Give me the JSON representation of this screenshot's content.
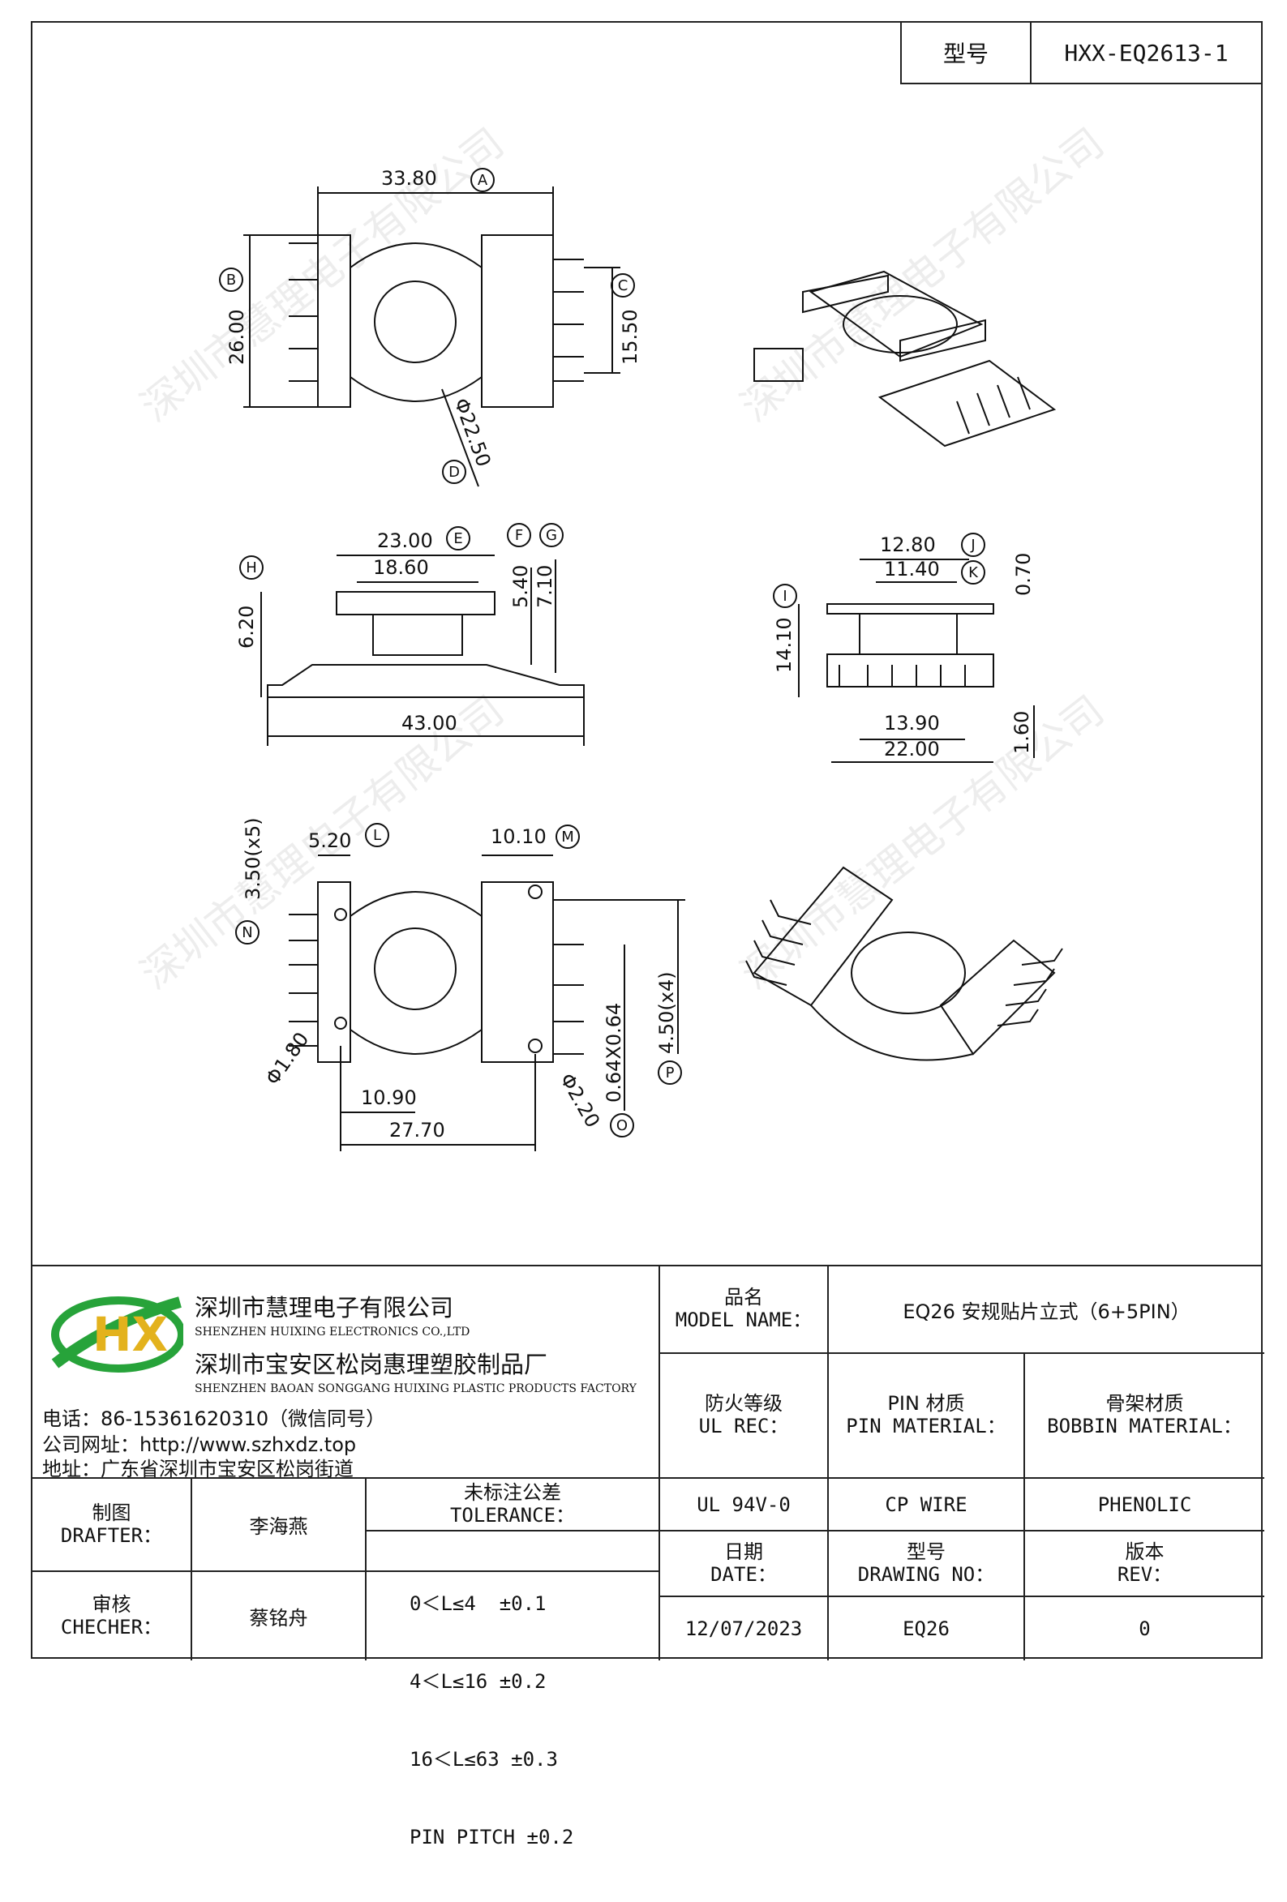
{
  "header": {
    "model_label": "型号",
    "model_value": "HXX-EQ2613-1"
  },
  "watermark": "深圳市慧理电子有限公司",
  "drawing": {
    "top_view": {
      "width": "33.80",
      "height": "26.00",
      "pin_span": "15.50",
      "diameter": "Φ22.50"
    },
    "front_view": {
      "top_width": "23.00",
      "inner_width": "18.60",
      "h1": "5.40",
      "h2": "7.10",
      "h_total": "6.20",
      "base": "43.00"
    },
    "side_view": {
      "w1": "12.80",
      "w2": "11.40",
      "t": "0.70",
      "height": "14.10",
      "inner": "13.90",
      "base": "22.00",
      "pin": "1.60"
    },
    "bottom_view": {
      "pitch": "3.50(x5)",
      "l": "5.20",
      "m": "10.10",
      "pin_d": "Φ1.80",
      "w1": "10.90",
      "w2": "27.70",
      "pin_size": "0.64X0.64",
      "pitch2": "4.50(x4)",
      "hole": "Φ2.20"
    },
    "markers": [
      "A",
      "B",
      "C",
      "D",
      "E",
      "F",
      "G",
      "H",
      "I",
      "J",
      "K",
      "L",
      "M",
      "N",
      "O",
      "P"
    ]
  },
  "company": {
    "logo_text": "HX",
    "name_cn": "深圳市慧理电子有限公司",
    "name_en": "SHENZHEN HUIXING ELECTRONICS CO.,LTD",
    "factory_cn": "深圳市宝安区松岗惠理塑胶制品厂",
    "factory_en": "SHENZHEN BAOAN SONGGANG HUIXING PLASTIC PRODUCTS FACTORY",
    "phone": "电话：86-15361620310（微信同号）",
    "website": "公司网址：http://www.szhxdz.top",
    "address": "地址：广东省深圳市宝安区松岗街道"
  },
  "title_block": {
    "model_name_label_cn": "品名",
    "model_name_label_en": "MODEL NAME：",
    "model_name_value": "EQ26 安规贴片立式（6+5PIN）",
    "ul_label_cn": "防火等级",
    "ul_label_en": "UL REC：",
    "pin_label_cn": "PIN 材质",
    "pin_label_en": "PIN MATERIAL：",
    "bobbin_label_cn": "骨架材质",
    "bobbin_label_en": "BOBBIN MATERIAL：",
    "ul_value": "UL 94V-0",
    "pin_value": "CP WIRE",
    "bobbin_value": "PHENOLIC",
    "drafter_cn": "制图",
    "drafter_en": "DRAFTER：",
    "drafter_name": "李海燕",
    "checker_cn": "审核",
    "checker_en": "CHECHER：",
    "checker_name": "蔡铭舟",
    "tolerance_cn": "未标注公差",
    "tolerance_en": "TOLERANCE：",
    "tolerance_rows": [
      "0＜L≤4  ±0.1",
      "4＜L≤16 ±0.2",
      "16＜L≤63 ±0.3",
      "PIN PITCH ±0.2"
    ],
    "date_cn": "日期",
    "date_en": "DATE：",
    "drawing_no_cn": "型号",
    "drawing_no_en": "DRAWING NO：",
    "rev_cn": "版本",
    "rev_en": "REV：",
    "date_value": "12/07/2023",
    "drawing_no_value": "EQ26",
    "rev_value": "0"
  }
}
